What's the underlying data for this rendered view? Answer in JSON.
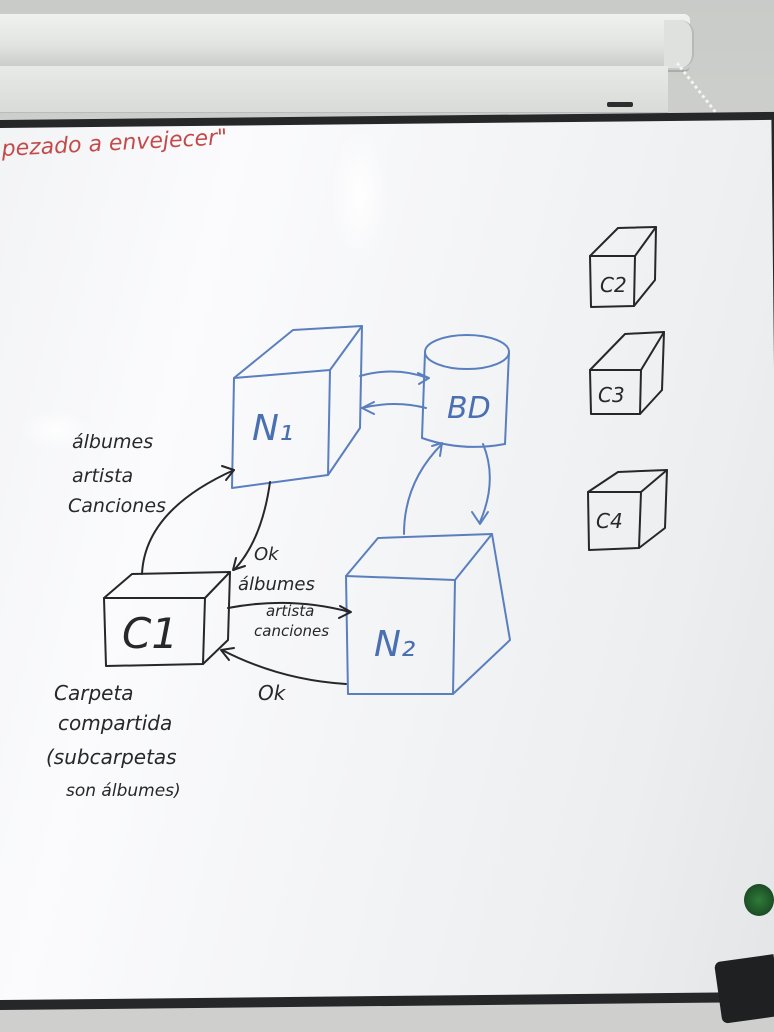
{
  "board": {
    "header_note": "pezado a envejecer\"",
    "nodes": {
      "n1": "N₁",
      "n2": "N₂",
      "bd": "BD",
      "c1": "C1",
      "c2": "C2",
      "c3": "C3",
      "c4": "C4"
    },
    "labels": {
      "n1_list": [
        "álbumes",
        "artista",
        "Canciones"
      ],
      "c1_to_n2": [
        "Ok",
        "álbumes",
        "artista",
        "canciones"
      ],
      "n2_ok": "Ok",
      "c1_caption": [
        "Carpeta",
        "compartida",
        "(subcarpetas",
        "son álbumes)"
      ]
    }
  },
  "colors": {
    "blue_marker": "#5a7fbf",
    "black_marker": "#25272a",
    "red_marker": "#c44a4a",
    "frame": "#262729"
  }
}
